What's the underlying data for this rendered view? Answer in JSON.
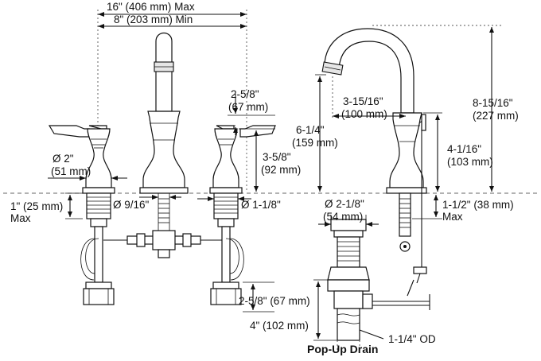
{
  "dimensions": {
    "spread_max": "16\" (406 mm) Max",
    "spread_min": "8\" (203 mm) Min",
    "handle_height_in": "2-5/8\"",
    "handle_height_mm": "(67 mm)",
    "handle_body_in": "3-5/8\"",
    "handle_body_mm": "(92 mm)",
    "base_dia_in": "Ø 2\"",
    "base_dia_mm": "(51 mm)",
    "deck_thick_in": "1\" (25 mm)",
    "deck_thick_max": "Max",
    "hole_9_16": "Ø 9/16\"",
    "hole_1_1_8": "Ø 1-1/8\"",
    "shank_len": "2-5/8\" (67 mm)",
    "spout_reach_in": "3-15/16\"",
    "spout_reach_mm": "(100 mm)",
    "spout_height_in": "6-1/4\"",
    "spout_height_mm": "(159 mm)",
    "overall_height_in": "8-15/16\"",
    "overall_height_mm": "(227 mm)",
    "spout_body_in": "4-1/16\"",
    "spout_body_mm": "(103 mm)",
    "spout_base_in": "Ø 2-1/8\"",
    "spout_base_mm": "(54 mm)",
    "deck_max_right": "1-1/2\" (38 mm)",
    "deck_max_right_2": "Max",
    "drain_len": "4\" (102 mm)",
    "tailpiece_od": "1-1/4\" OD"
  },
  "captions": {
    "popup_drain": "Pop-Up Drain"
  }
}
